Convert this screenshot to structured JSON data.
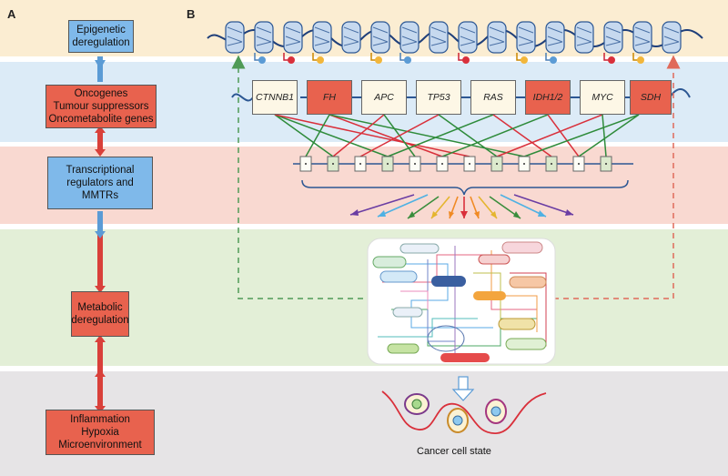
{
  "panels": {
    "a": "A",
    "b": "B"
  },
  "left_column": {
    "epigenetic": "Epigenetic\nderegulation",
    "oncogenes": "Oncogenes\nTumour suppressors\nOncometabolite genes",
    "transcriptional": "Transcriptional\nregulators and\nMMTRs",
    "metabolic": "Metabolic\nderegulation",
    "inflammation": "Inflammation\nHypoxia\nMicroenvironment"
  },
  "genes": [
    {
      "name": "CTNNB1",
      "highlight": false
    },
    {
      "name": "FH",
      "highlight": true
    },
    {
      "name": "APC",
      "highlight": false
    },
    {
      "name": "TP53",
      "highlight": false
    },
    {
      "name": "RAS",
      "highlight": false
    },
    {
      "name": "IDH1/2",
      "highlight": true
    },
    {
      "name": "MYC",
      "highlight": false
    },
    {
      "name": "SDH",
      "highlight": true
    }
  ],
  "bottom_caption": "Cancer cell state",
  "colors": {
    "band_epigenetic": "#fbedd2",
    "band_genes": "#dcebf7",
    "band_transcription": "#f9d9d1",
    "band_metabolic": "#e3efd7",
    "band_state": "#e6e4e6",
    "blue_box": "#7fb9ea",
    "red_box": "#e8624e",
    "gene_box": "#fdf7e6",
    "gene_red": "#e8624e",
    "green_link": "#2e8b3a",
    "red_link": "#d9303b"
  }
}
